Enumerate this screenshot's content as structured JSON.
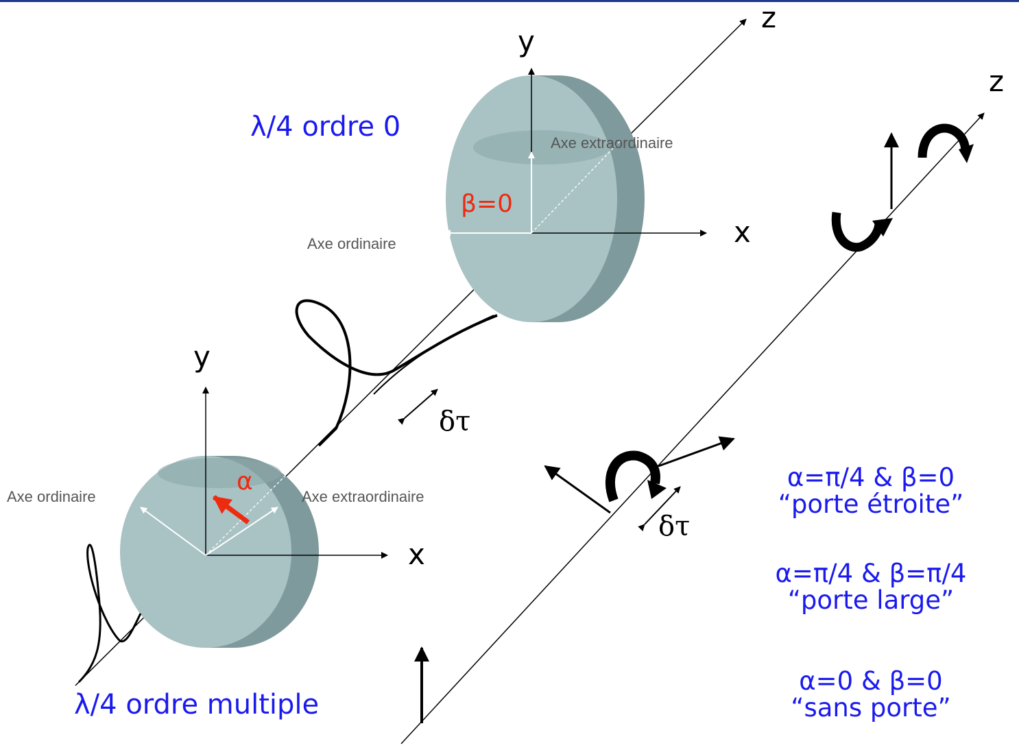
{
  "top_plate": {
    "title": "λ/4 ordre 0",
    "beta_label": "β=0",
    "axis_y": "y",
    "axis_x": "x",
    "axis_z": "z",
    "extraordinary_axis": "Axe extraordinaire",
    "ordinary_axis": "Axe ordinaire"
  },
  "bottom_plate": {
    "title": "λ/4 ordre multiple",
    "alpha_label": "α",
    "axis_y": "y",
    "axis_x": "x",
    "extraordinary_axis": "Axe extraordinaire",
    "ordinary_axis": "Axe ordinaire"
  },
  "delay_label": "δτ",
  "delay_label_right": "δτ",
  "right_axis_z": "z",
  "conditions": [
    {
      "formula": "α=π/4 & β=0",
      "description": "“porte étroite”"
    },
    {
      "formula": "α=π/4 & β=π/4",
      "description": "“porte large”"
    },
    {
      "formula": "α=0 & β=0",
      "description": "“sans porte”"
    }
  ],
  "colors": {
    "plate_front": "#a9c2c4",
    "plate_side": "#7f9a9c",
    "label_blue": "#1a1aee",
    "label_red": "#ee2a10",
    "top_bar": "#1f3a8a"
  }
}
